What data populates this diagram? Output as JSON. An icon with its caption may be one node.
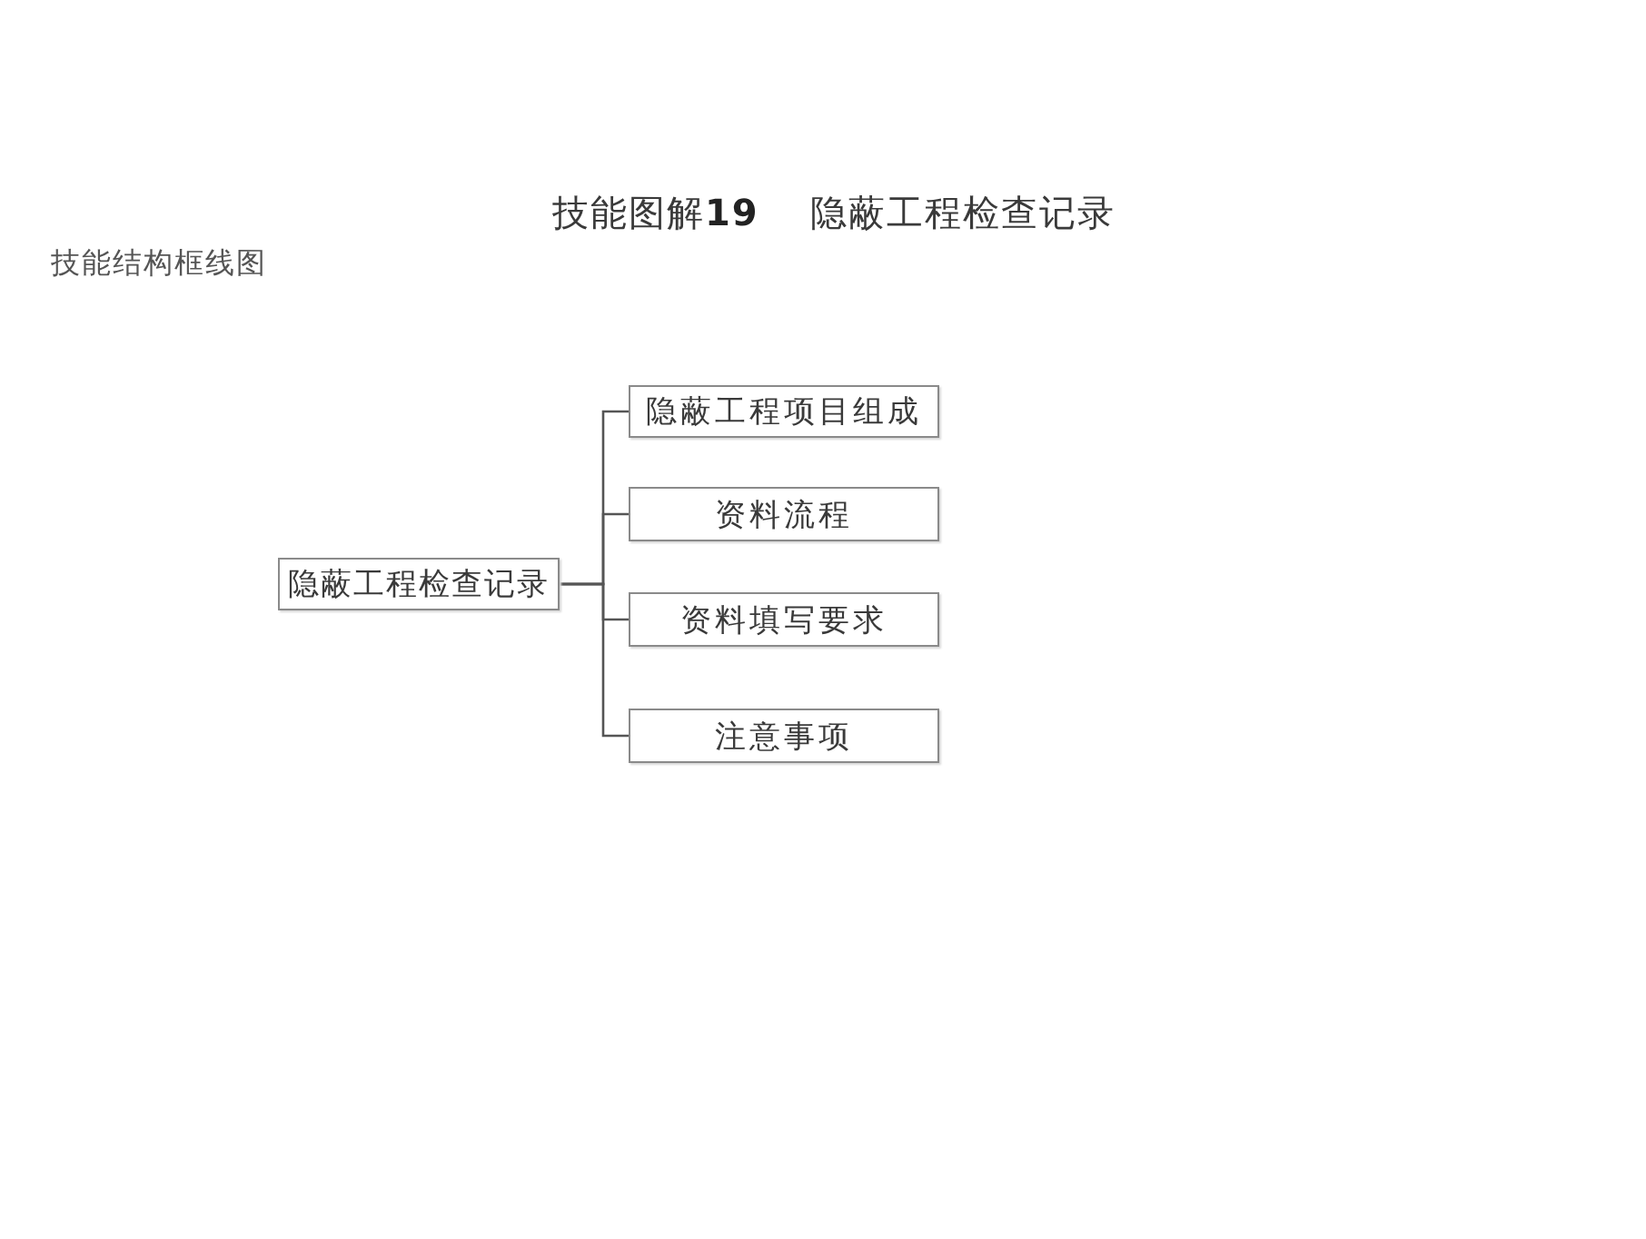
{
  "diagram": {
    "title": "技能图解**19**　 隐蔽工程检查记录",
    "nodes": [
      {
        "text": [
          "隐蔽工程检查记录"
        ]
      },
      {
        "text": [
          "隐蔽工程项目组成"
        ]
      },
      {
        "text": [
          "资料流程"
        ]
      },
      {
        "text": [
          "资料填写要求"
        ]
      },
      {
        "text": [
          "注意事项"
        ]
      }
    ],
    "edges": [
      {
        "from": 0,
        "to": 1,
        "arrow": "none"
      },
      {
        "from": 0,
        "to": 2,
        "arrow": "none"
      },
      {
        "from": 0,
        "to": 3,
        "arrow": "none"
      },
      {
        "from": 0,
        "to": 4,
        "arrow": "none"
      }
    ],
    "labels": [
      "技能结构框线图"
    ]
  }
}
